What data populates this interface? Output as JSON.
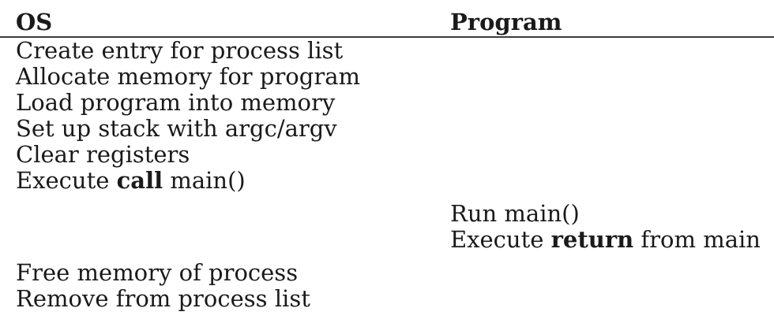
{
  "colors": {
    "background": "#ffffff",
    "text": "#1a1a1a",
    "rule": "#3d3d3d"
  },
  "table": {
    "headers": [
      {
        "label": "OS"
      },
      {
        "label": "Program"
      }
    ],
    "rows": [
      {
        "column": "os",
        "pre": "Create entry for process list",
        "bold": "",
        "post": ""
      },
      {
        "column": "os",
        "pre": "Allocate memory for program",
        "bold": "",
        "post": ""
      },
      {
        "column": "os",
        "pre": "Load program into memory",
        "bold": "",
        "post": ""
      },
      {
        "column": "os",
        "pre": "Set up stack with argc/argv",
        "bold": "",
        "post": ""
      },
      {
        "column": "os",
        "pre": "Clear registers",
        "bold": "",
        "post": ""
      },
      {
        "column": "os",
        "pre": "Execute ",
        "bold": "call",
        "post": " main()"
      },
      {
        "column": "program",
        "pre": "Run main()",
        "bold": "",
        "post": ""
      },
      {
        "column": "program",
        "pre": "Execute ",
        "bold": "return",
        "post": " from main"
      },
      {
        "column": "os",
        "pre": "Free memory of process",
        "bold": "",
        "post": ""
      },
      {
        "column": "os",
        "pre": "Remove from process list",
        "bold": "",
        "post": ""
      }
    ]
  }
}
